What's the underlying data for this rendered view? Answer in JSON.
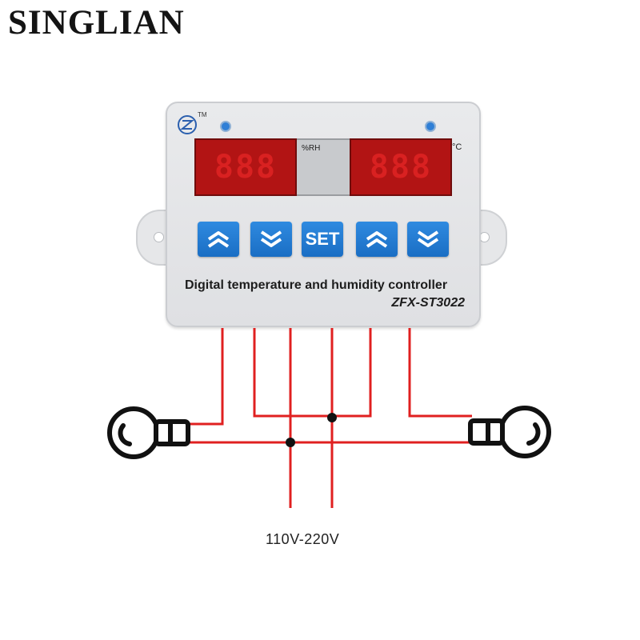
{
  "brand": "SINGLIAN",
  "device": {
    "trademark": "TM",
    "left_display": "888",
    "right_display": "888",
    "unit_left": "%RH",
    "unit_right": "°C",
    "buttons": [
      {
        "name": "humidity-up-button",
        "icon": "double-chevron-up-icon"
      },
      {
        "name": "humidity-down-button",
        "icon": "double-chevron-down-icon"
      },
      {
        "name": "set-button",
        "label": "SET"
      },
      {
        "name": "temperature-up-button",
        "icon": "double-chevron-up-icon"
      },
      {
        "name": "temperature-down-button",
        "icon": "double-chevron-down-icon"
      }
    ],
    "title": "Digital temperature and humidity controller",
    "model": "ZFX-ST3022"
  },
  "power_label": "110V-220V",
  "colors": {
    "wire": "#e02020",
    "display": "#b21414",
    "button": "#1f78d1",
    "housing": "#e6e7e9"
  }
}
